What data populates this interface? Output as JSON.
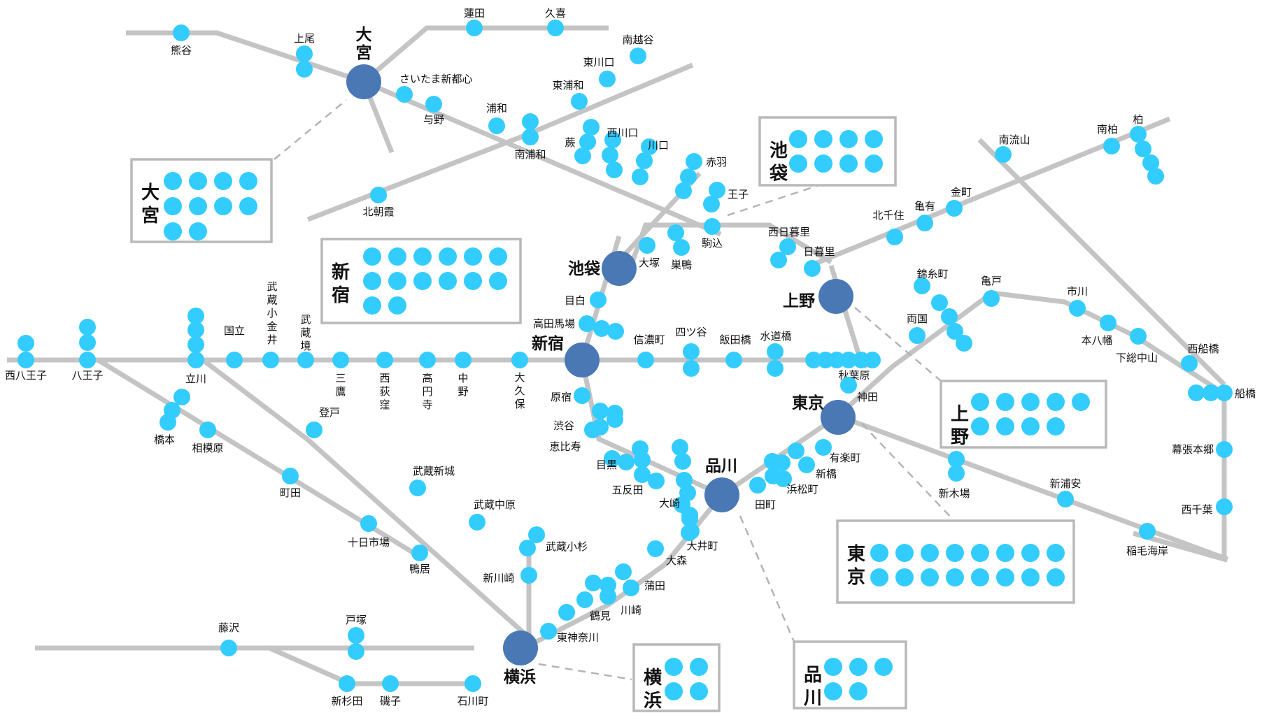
{
  "map": {
    "colors": {
      "line": "#c4c4c4",
      "station": "#33ccff",
      "hub": "#4a78b5",
      "box_border": "#b9b9b9"
    },
    "hubs": [
      "大宮",
      "池袋",
      "新宿",
      "上野",
      "東京",
      "品川",
      "横浜"
    ],
    "stations": [
      "熊谷",
      "上尾",
      "蓮田",
      "久喜",
      "南越谷",
      "東川口",
      "さいたま新都心",
      "与野",
      "東浦和",
      "浦和",
      "南浦和",
      "蕨",
      "西川口",
      "川口",
      "赤羽",
      "王子",
      "北朝霞",
      "駒込",
      "西日暮里",
      "巣鴨",
      "大塚",
      "日暮里",
      "目白",
      "高田馬場",
      "南流山",
      "南柏",
      "柏",
      "北千住",
      "亀有",
      "金町",
      "錦糸町",
      "亀戸",
      "市川",
      "両国",
      "本八幡",
      "下総中山",
      "西船橋",
      "船橋",
      "幕張本郷",
      "西千葉",
      "稲毛海岸",
      "新浦安",
      "新木場",
      "秋葉原",
      "神田",
      "有楽町",
      "新橋",
      "浜松町",
      "田町",
      "大崎",
      "五反田",
      "目黒",
      "恵比寿",
      "渋谷",
      "原宿",
      "信濃町",
      "四ツ谷",
      "飯田橋",
      "水道橋",
      "大久保",
      "中野",
      "高円寺",
      "西荻窪",
      "三鷹",
      "武蔵境",
      "武蔵小金井",
      "国立",
      "立川",
      "八王子",
      "西八王子",
      "橋本",
      "相模原",
      "町田",
      "十日市場",
      "鴨居",
      "登戸",
      "武蔵新城",
      "武蔵中原",
      "武蔵小杉",
      "新川崎",
      "大井町",
      "大森",
      "蒲田",
      "川崎",
      "鶴見",
      "東神奈川",
      "戸塚",
      "藤沢",
      "新杉田",
      "磯子",
      "石川町"
    ],
    "boxes": [
      {
        "name": "大宮",
        "count": 10
      },
      {
        "name": "池袋",
        "count": 8
      },
      {
        "name": "新宿",
        "count": 14
      },
      {
        "name": "上野",
        "count": 9
      },
      {
        "name": "東京",
        "count": 16
      },
      {
        "name": "横浜",
        "count": 4
      },
      {
        "name": "品川",
        "count": 5
      }
    ]
  }
}
